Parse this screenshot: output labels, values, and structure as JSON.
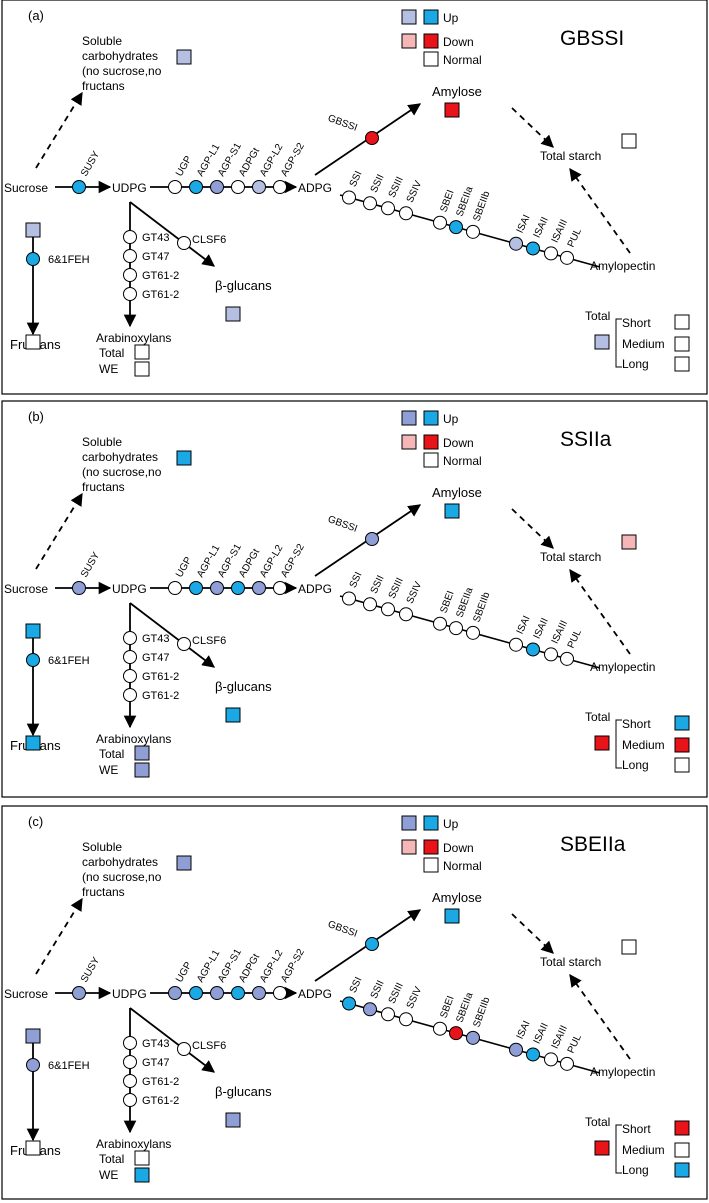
{
  "legend": {
    "up": "Up",
    "down": "Down",
    "normal": "Normal"
  },
  "labels": {
    "soluble_lines": [
      "Soluble",
      "carbohydrates",
      "(no sucrose,no",
      "fructans"
    ],
    "sucrose": "Sucrose",
    "udpg": "UDPG",
    "adpg": "ADPG",
    "amylose": "Amylose",
    "total_starch": "Total starch",
    "amylopectin": "Amylopectin",
    "fructans": "Fructans",
    "beta_glucans": "β-glucans",
    "arabinoxylans": "Arabinoxylans",
    "total": "Total",
    "we": "WE",
    "chain_total": "Total",
    "short": "Short",
    "medium": "Medium",
    "long": "Long",
    "fructan_enzyme": "6&1FEH",
    "clsf6": "CLSF6",
    "gbssi": "GBSSI"
  },
  "enzymes": {
    "susy": "SUSY",
    "udpg_adpg": [
      "UGP",
      "AGP-L1",
      "AGP-S1",
      "ADPGt",
      "AGP-L2",
      "AGP-S2"
    ],
    "ss": [
      "SSI",
      "SSII",
      "SSIII",
      "SSIV"
    ],
    "sbe": [
      "SBEI",
      "SBEIIa",
      "SBEIIb"
    ],
    "isa": [
      "ISAI",
      "ISAII",
      "ISAIII",
      "PUL"
    ],
    "gt": [
      "GT43",
      "GT47",
      "GT61-2",
      "GT61-2"
    ]
  },
  "colors": {
    "lightblue": "#b4bfe2",
    "blue": "#8f9fd6",
    "cyan": "#1aa9e5",
    "pink": "#f4b6b6",
    "red": "#e8141a",
    "none": "#ffffff"
  },
  "panels": [
    {
      "letter": "(a)",
      "title": "GBSSI",
      "legend_up_color": "lightblue",
      "legend_down_color": "pink",
      "nodes": {
        "susy": "cyan",
        "udpg_adpg": [
          "none",
          "cyan",
          "blue",
          "none",
          "lightblue",
          "none"
        ],
        "gbssi": "red",
        "ss": [
          "none",
          "none",
          "none",
          "none"
        ],
        "sbe": [
          "none",
          "cyan",
          "none"
        ],
        "isa": [
          "lightblue",
          "cyan",
          "none",
          "none"
        ],
        "feh": "cyan",
        "gt": [
          "none",
          "none",
          "none",
          "none"
        ],
        "clsf6": "none"
      },
      "boxes": {
        "soluble": "lightblue",
        "amylose": "red",
        "total_starch": "none",
        "fructans_top": "lightblue",
        "fructans": "none",
        "beta_glucans": "lightblue",
        "ax_total": "none",
        "ax_we": "none",
        "chain_total": "lightblue",
        "short": "none",
        "medium": "none",
        "long": "none"
      }
    },
    {
      "letter": "(b)",
      "title": "SSIIa",
      "legend_up_color": "blue",
      "legend_down_color": "pink",
      "nodes": {
        "susy": "blue",
        "udpg_adpg": [
          "none",
          "cyan",
          "blue",
          "cyan",
          "blue",
          "none"
        ],
        "gbssi": "blue",
        "ss": [
          "none",
          "none",
          "none",
          "none"
        ],
        "sbe": [
          "none",
          "none",
          "none"
        ],
        "isa": [
          "none",
          "cyan",
          "none",
          "none"
        ],
        "feh": "cyan",
        "gt": [
          "none",
          "none",
          "none",
          "none"
        ],
        "clsf6": "none"
      },
      "boxes": {
        "soluble": "cyan",
        "amylose": "cyan",
        "total_starch": "pink",
        "fructans_top": "cyan",
        "fructans": "cyan",
        "beta_glucans": "cyan",
        "ax_total": "blue",
        "ax_we": "blue",
        "chain_total": "red",
        "short": "cyan",
        "medium": "red",
        "long": "none"
      }
    },
    {
      "letter": "(c)",
      "title": "SBEIIa",
      "legend_up_color": "blue",
      "legend_down_color": "pink",
      "nodes": {
        "susy": "blue",
        "udpg_adpg": [
          "blue",
          "cyan",
          "blue",
          "cyan",
          "blue",
          "none"
        ],
        "gbssi": "cyan",
        "ss": [
          "cyan",
          "blue",
          "none",
          "none"
        ],
        "sbe": [
          "none",
          "red",
          "blue"
        ],
        "isa": [
          "blue",
          "cyan",
          "none",
          "none"
        ],
        "feh": "blue",
        "gt": [
          "none",
          "none",
          "none",
          "none"
        ],
        "clsf6": "none"
      },
      "boxes": {
        "soluble": "blue",
        "amylose": "cyan",
        "total_starch": "none",
        "fructans_top": "blue",
        "fructans": "none",
        "beta_glucans": "blue",
        "ax_total": "none",
        "ax_we": "cyan",
        "chain_total": "red",
        "short": "red",
        "medium": "none",
        "long": "cyan"
      }
    }
  ]
}
